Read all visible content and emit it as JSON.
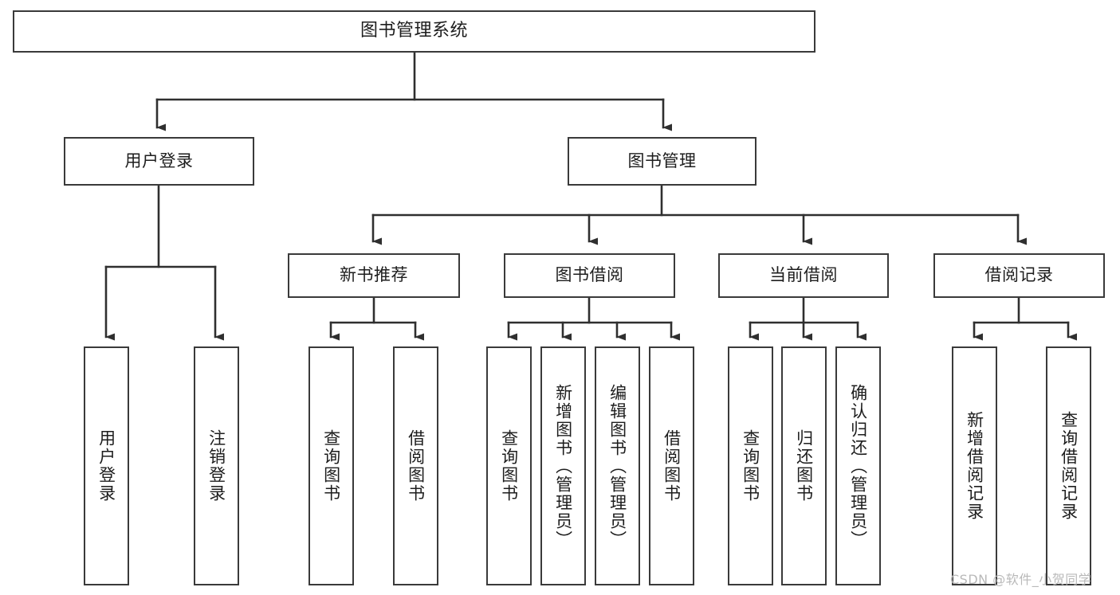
{
  "diagram": {
    "title": "图书管理系统",
    "watermark": "CSDN @软件_小贺同学",
    "colors": {
      "stroke": "#3a3a3a",
      "fill": "#ffffff",
      "text": "#1d1d1d",
      "watermark": "#b9b9b9"
    }
  },
  "nodes": {
    "root": {
      "label": "图书管理系统"
    },
    "level2": [
      {
        "label": "用户登录"
      },
      {
        "label": "图书管理"
      }
    ],
    "level3": [
      {
        "label": "新书推荐"
      },
      {
        "label": "图书借阅"
      },
      {
        "label": "当前借阅"
      },
      {
        "label": "借阅记录"
      }
    ],
    "leaves_user_login": [
      {
        "label": "用户登录"
      },
      {
        "label": "注销登录"
      }
    ],
    "leaves_new_book": [
      {
        "label": "查询图书"
      },
      {
        "label": "借阅图书"
      }
    ],
    "leaves_borrow": [
      {
        "label": "查询图书"
      },
      {
        "label": "新增图书（管理员）"
      },
      {
        "label": "编辑图书（管理员）"
      },
      {
        "label": "借阅图书"
      }
    ],
    "leaves_current": [
      {
        "label": "查询图书"
      },
      {
        "label": "归还图书"
      },
      {
        "label": "确认归还（管理员）"
      }
    ],
    "leaves_records": [
      {
        "label": "新增借阅记录"
      },
      {
        "label": "查询借阅记录"
      }
    ]
  }
}
